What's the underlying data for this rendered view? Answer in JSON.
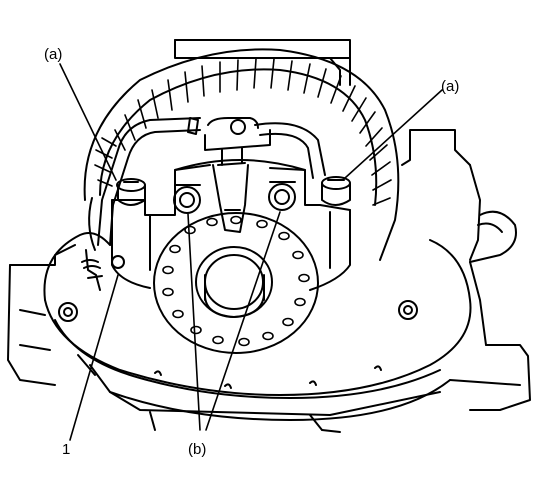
{
  "labels": {
    "a_left": "(a)",
    "a_right": "(a)",
    "one": "1",
    "b": "(b)"
  },
  "colors": {
    "ink": "#000000",
    "paper": "#ffffff"
  }
}
